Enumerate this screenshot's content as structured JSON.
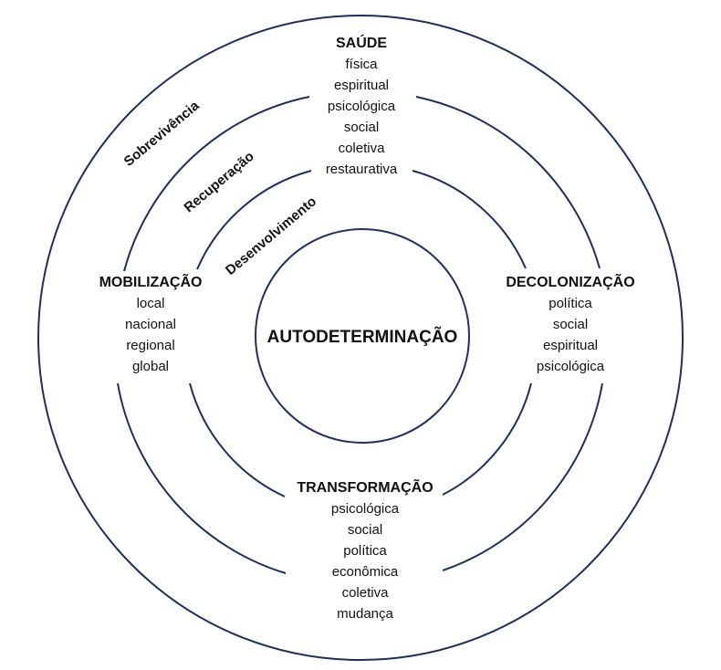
{
  "diagram": {
    "center": "AUTODETERMINAÇÃO",
    "rings": [
      "Sobrevivência",
      "Recuperação",
      "Desenvolvimento"
    ],
    "blocks": {
      "top": {
        "title": "SAÚDE",
        "items": [
          "física",
          "espiritual",
          "psicológica",
          "social",
          "coletiva",
          "restaurativa"
        ]
      },
      "left": {
        "title": "MOBILIZAÇÃO",
        "items": [
          "local",
          "nacional",
          "regional",
          "global"
        ]
      },
      "right": {
        "title": "DECOLONIZAÇÃO",
        "items": [
          "política",
          "social",
          "espiritual",
          "psicológica"
        ]
      },
      "bottom": {
        "title": "TRANSFORMAÇÃO",
        "items": [
          "psicológica",
          "social",
          "política",
          "econômica",
          "coletiva",
          "mudança"
        ]
      }
    }
  }
}
